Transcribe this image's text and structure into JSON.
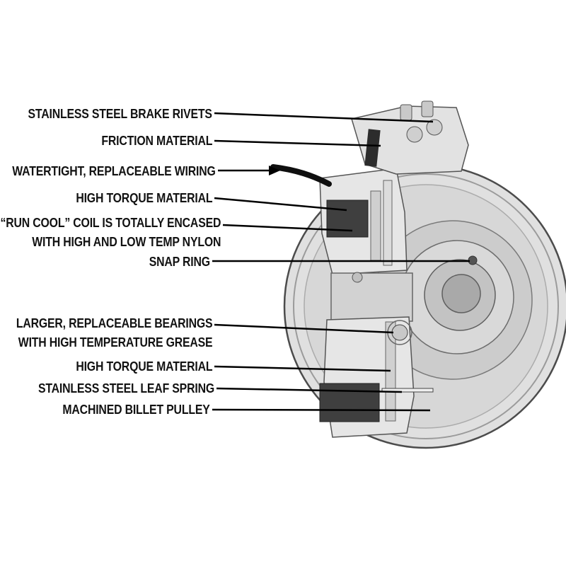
{
  "palette": {
    "background": "#ffffff",
    "ink": "#111111",
    "metal_light": "#e4e4e4",
    "metal_mid": "#c9c9c9",
    "metal_dark": "#3f3f3f"
  },
  "callouts": [
    {
      "text": "STAINLESS STEEL BRAKE RIVETS"
    },
    {
      "text": "FRICTION MATERIAL"
    },
    {
      "text": "WATERTIGHT, REPLACEABLE WIRING"
    },
    {
      "text": "HIGH TORQUE MATERIAL"
    },
    {
      "text": "“RUN COOL” COIL IS TOTALLY ENCASED",
      "text2": "WITH HIGH AND LOW TEMP NYLON"
    },
    {
      "text": "SNAP RING"
    },
    {
      "text": "LARGER, REPLACEABLE BEARINGS",
      "text2": "WITH HIGH TEMPERATURE GREASE"
    },
    {
      "text": "HIGH TORQUE MATERIAL"
    },
    {
      "text": "STAINLESS STEEL LEAF SPRING"
    },
    {
      "text": "MACHINED BILLET PULLEY"
    }
  ]
}
